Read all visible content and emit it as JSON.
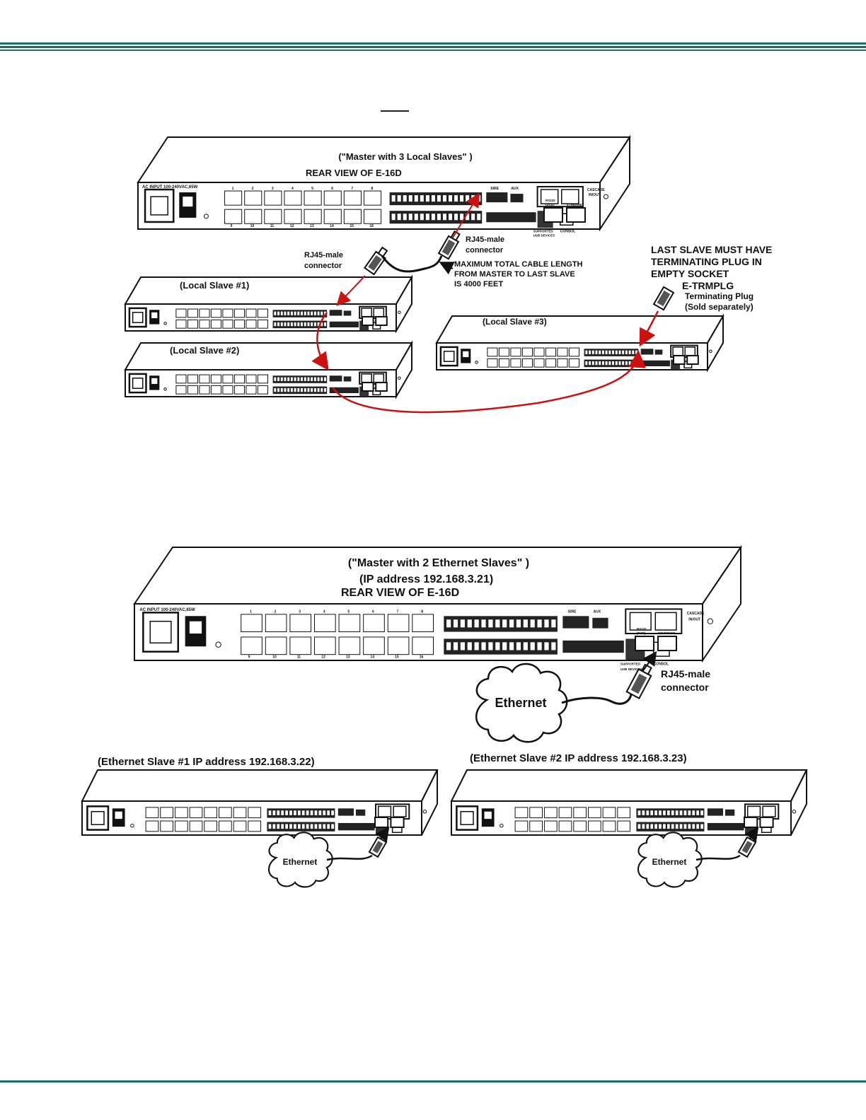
{
  "page": {
    "rule_color": "#1a6e6a"
  },
  "diagram1": {
    "title": "(\"Master with 3 Local Slaves\" )",
    "rear_view": "REAR VIEW OF E-16D",
    "rj45_left": [
      "RJ45-male",
      "connector"
    ],
    "rj45_right": [
      "RJ45-male",
      "connector"
    ],
    "cable_note": [
      "MAXIMUM TOTAL CABLE LENGTH",
      "FROM MASTER TO LAST SLAVE",
      "IS 4000 FEET"
    ],
    "term_note": [
      "LAST SLAVE MUST HAVE",
      "TERMINATING PLUG IN",
      "EMPTY SOCKET"
    ],
    "plug_name": "E-TRMPLG",
    "plug_desc": [
      "Terminating Plug",
      "(Sold separately)"
    ],
    "slave1": "(Local Slave #1)",
    "slave2": "(Local Slave #2)",
    "slave3": "(Local Slave #3)",
    "cable_color": "#cc1111"
  },
  "diagram2": {
    "title": "(\"Master with 2 Ethernet Slaves\" )",
    "ip": "(IP address 192.168.3.21)",
    "rear_view": "REAR VIEW OF E-16D",
    "rj45": [
      "RJ45-male",
      "connector"
    ],
    "cloud_main": "Ethernet",
    "slave1": "(Ethernet Slave #1 IP address 192.168.3.22)",
    "slave2": "(Ethernet Slave #2 IP address 192.168.3.23)",
    "cloud_slave1": "Ethernet",
    "cloud_slave2": "Ethernet"
  },
  "panel_labels": {
    "ac_input": "AC INPUT 100-240VAC,65W",
    "cascade": [
      "CASCADE",
      "IN/OUT"
    ],
    "rs232": [
      "RS232",
      "(DCE)"
    ],
    "ethernet": "ETHERNET",
    "sire": "SIRE",
    "aux": "AUX",
    "usb": [
      "SUPPORTED",
      "USB DEVICES"
    ],
    "console": "CONSOL",
    "port_top": [
      "1",
      "2",
      "3",
      "4",
      "5",
      "6",
      "7",
      "8"
    ],
    "port_bottom": [
      "9",
      "10",
      "11",
      "12",
      "13",
      "14",
      "15",
      "16"
    ]
  }
}
